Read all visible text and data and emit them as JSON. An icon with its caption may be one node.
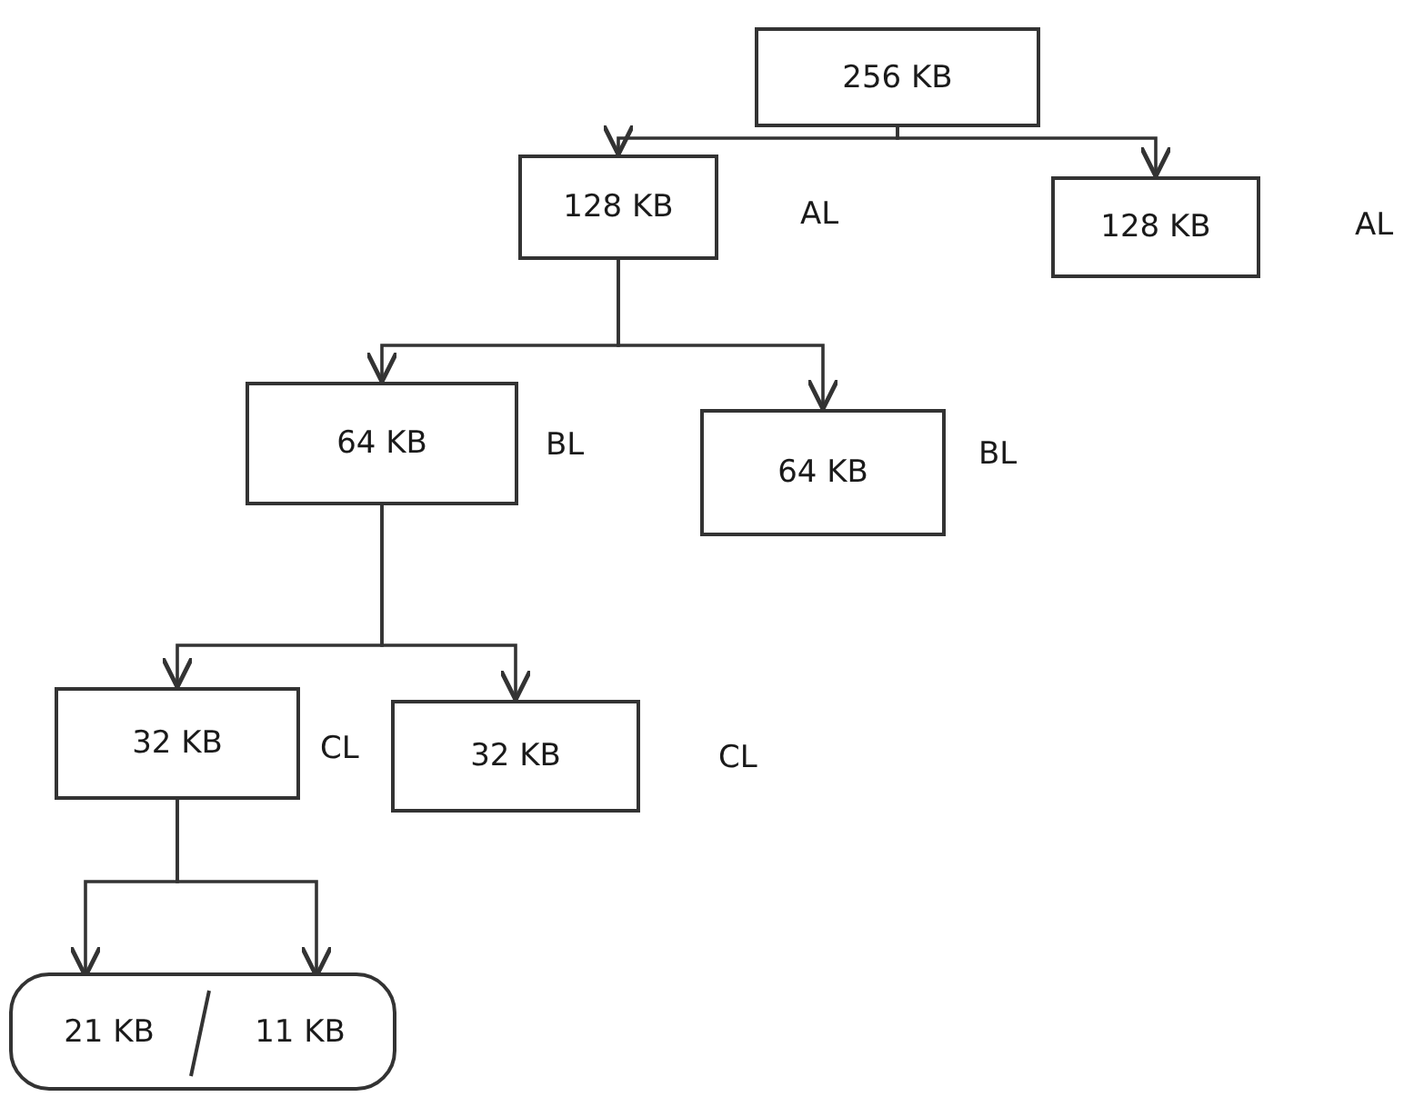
{
  "diagram": {
    "nodes": [
      {
        "text": [
          "256 KB"
        ]
      },
      {
        "text": [
          "128 KB"
        ],
        "beside": [
          "AL"
        ]
      },
      {
        "text": [
          "128 KB"
        ],
        "beside": [
          "AL"
        ]
      },
      {
        "text": [
          "64 KB"
        ],
        "beside": [
          "BL"
        ]
      },
      {
        "text": [
          "64 KB"
        ],
        "beside": [
          "BL"
        ]
      },
      {
        "text": [
          "32 KB"
        ],
        "beside": [
          "CL"
        ]
      },
      {
        "text": [
          "32 KB"
        ],
        "beside": [
          "CL"
        ]
      },
      {
        "text": [],
        "shape": "box"
      },
      {
        "text": [
          "21 KB"
        ],
        "in": 7
      },
      {
        "text": [
          "11 KB"
        ],
        "in": 7
      }
    ],
    "edges": [
      {
        "from": 0,
        "to": 1,
        "arrow": "to"
      },
      {
        "from": 0,
        "to": 2,
        "arrow": "to"
      },
      {
        "from": 1,
        "to": 3,
        "arrow": "to"
      },
      {
        "from": 1,
        "to": 4,
        "arrow": "to"
      },
      {
        "from": 3,
        "to": 5,
        "arrow": "to"
      },
      {
        "from": 3,
        "to": 6,
        "arrow": "to"
      },
      {
        "from": 5,
        "to": 8,
        "arrow": "to"
      },
      {
        "from": 5,
        "to": 9,
        "arrow": "to"
      }
    ]
  }
}
